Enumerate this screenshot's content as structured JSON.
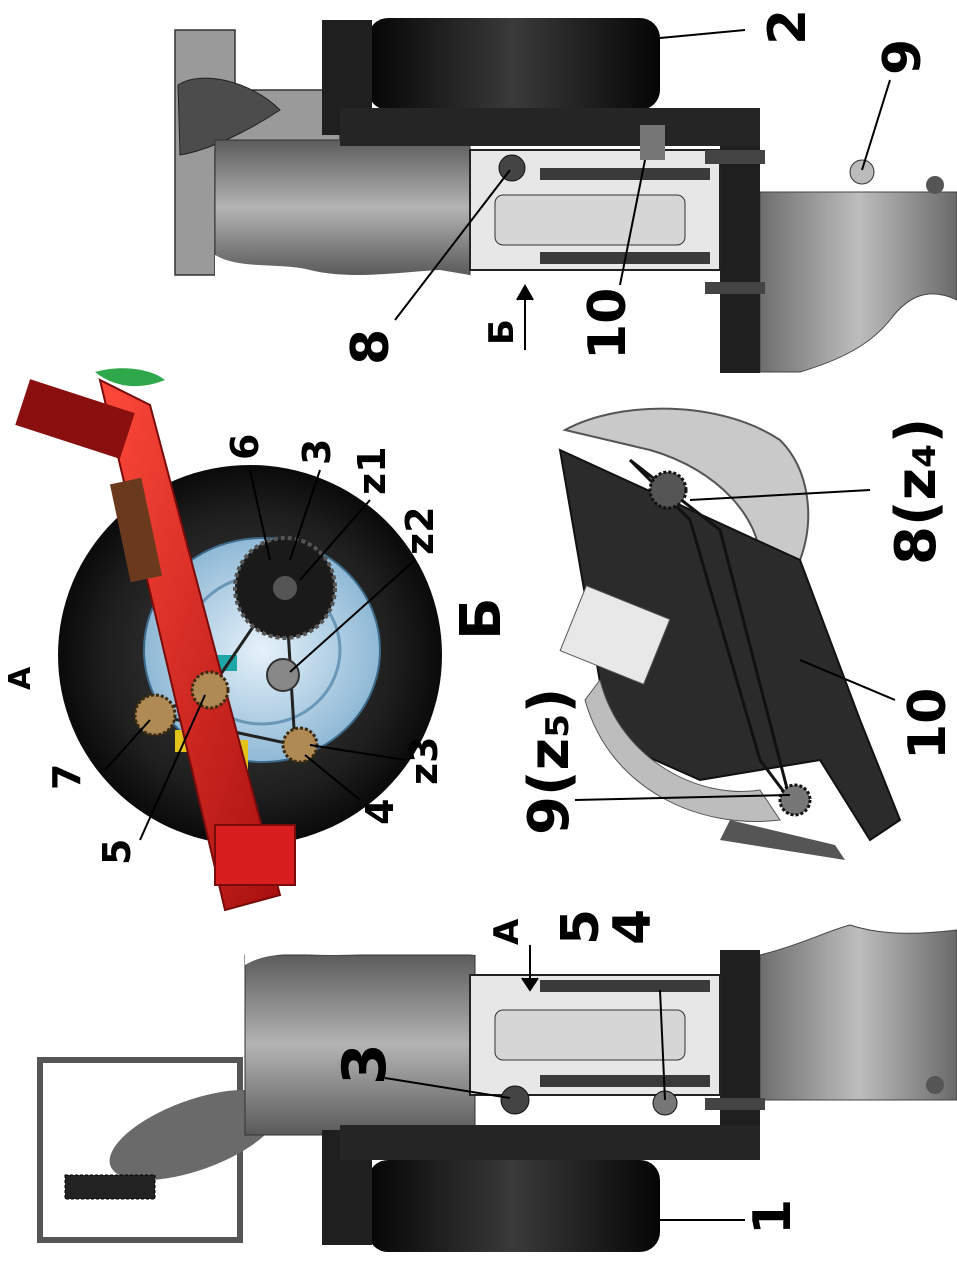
{
  "labels": {
    "num_1": "1",
    "num_2": "2",
    "num_3_top": "3",
    "num_3_bottom": "3",
    "num_4_wheel": "4",
    "num_4_bottom": "4",
    "num_5_wheel": "5",
    "num_5_bottom": "5",
    "num_6": "6",
    "num_7": "7",
    "num_8": "8",
    "num_8z4": "8(z₄)",
    "num_9": "9",
    "num_9z5": "9(z₅)",
    "num_10_top": "10",
    "num_10_detail": "10",
    "z1": "z1",
    "z2": "z2",
    "z3": "z3",
    "view_A": "A",
    "view_A_arrow": "A",
    "view_B": "Б",
    "view_B_arrow": "Б"
  },
  "colors": {
    "frame_red": "#d81e1e",
    "tire_black": "#151515",
    "rim_blue": "#a9cde6",
    "steel_gray": "#8a8a8a",
    "dark_steel": "#2b2b2b",
    "light_gray": "#c9c9c9",
    "sprocket_bronze": "#b08a55",
    "accent_green": "#2ea84a",
    "accent_teal": "#1fa6a6",
    "accent_yellow": "#e3c21c"
  }
}
